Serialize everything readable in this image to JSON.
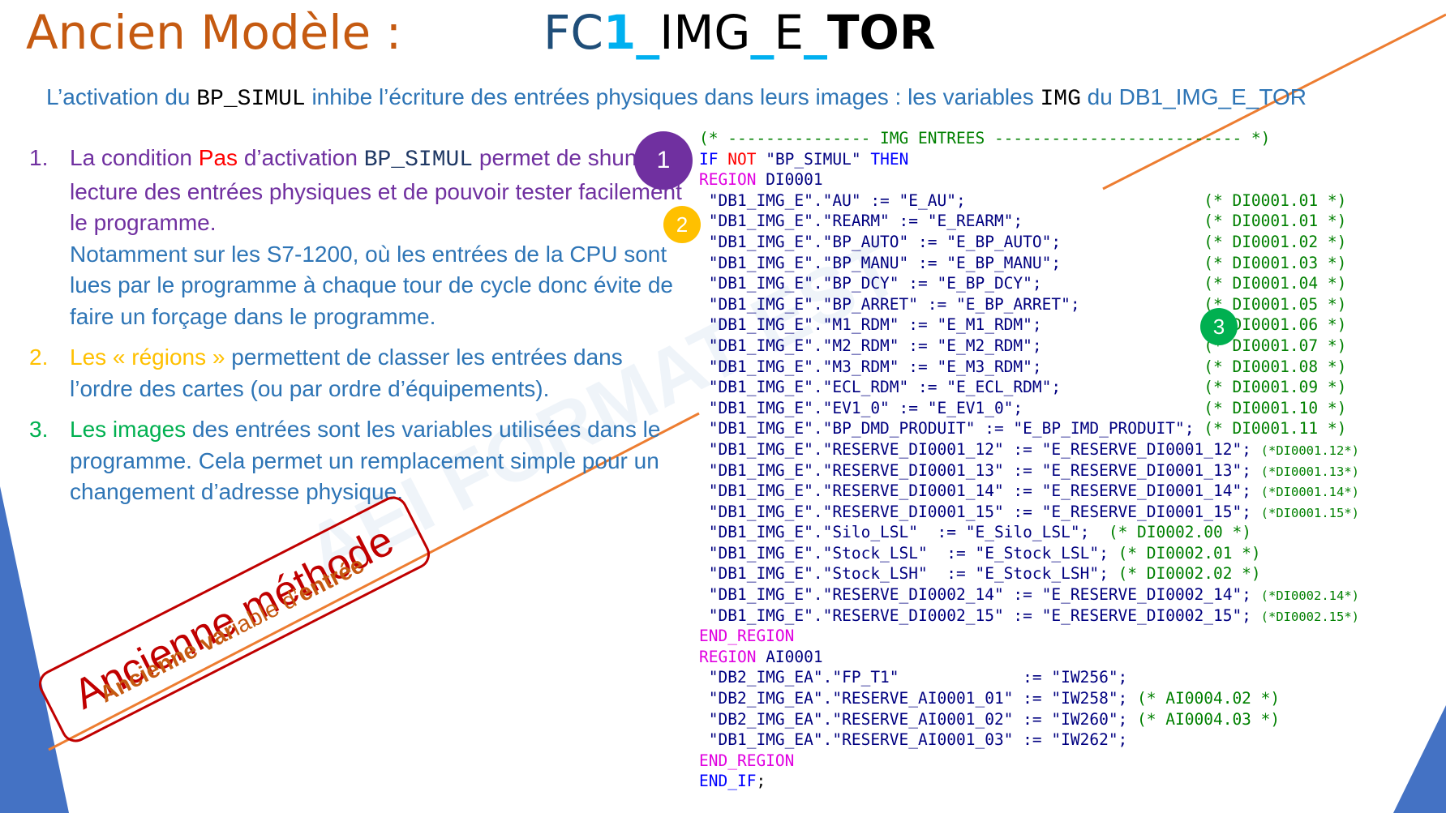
{
  "title": {
    "left": "Ancien Modèle :",
    "fc": "FC",
    "one": "1",
    "us1": "_",
    "img": "IMG",
    "us2": "_",
    "e": "E",
    "us3": "_",
    "tor": "TOR"
  },
  "subtitle": {
    "pre": "L’activation du ",
    "var": "BP_SIMUL",
    "mid": " inhibe l’écriture des entrées physiques dans leurs images : les variables ",
    "img": "IMG",
    "post": " du DB1_IMG_E_TOR"
  },
  "points": [
    {
      "num": "1.",
      "p1": "La condition ",
      "p2": "Pas",
      "p3": " d’activation ",
      "p4": "BP_SIMUL",
      "p5": " permet de shunter la lecture des entrées physiques et de pouvoir tester facilement le programme.",
      "p6": "Notamment sur les S7-1200, où les entrées de la CPU sont lues par le programme à chaque tour de cycle donc évite de faire un forçage dans le programme."
    },
    {
      "num": "2.",
      "p1": "Les « régions »",
      "p2": " permettent de classer les entrées dans l’ordre des cartes (ou par ordre d’équipements)."
    },
    {
      "num": "3.",
      "p1": "Les images",
      "p2": " des entrées sont les variables utilisées dans le programme. Cela permet un remplacement simple pour un changement d’adresse physique."
    }
  ],
  "badges": [
    "1",
    "2",
    "3"
  ],
  "stamp": {
    "main": "Ancienne méthode",
    "sub_a": "Ancienne ",
    "sub_b": "var",
    "sub_c": "iable d’",
    "sub_d": "entrée"
  },
  "watermark": "AEI FORMAT  EST",
  "code": [
    [
      {
        "t": "(* --------------- IMG ENTREES -------------------------- *)",
        "c": "k-green"
      }
    ],
    [
      {
        "t": "IF ",
        "c": "k-blue"
      },
      {
        "t": "NOT ",
        "c": "k-red"
      },
      {
        "t": "\"BP_SIMUL\" ",
        "c": "k-navy"
      },
      {
        "t": "THEN",
        "c": "k-blue"
      }
    ],
    [
      {
        "t": "REGION ",
        "c": "k-mag"
      },
      {
        "t": "DI0001",
        "c": "k-navy"
      }
    ],
    [
      {
        "t": " \"DB1_IMG_E\".\"AU\" := \"E_AU\";                         ",
        "c": "k-navy"
      },
      {
        "t": "(* DI0001.01 *)",
        "c": "k-green"
      }
    ],
    [
      {
        "t": " \"DB1_IMG_E\".\"REARM\" := \"E_REARM\";                   ",
        "c": "k-navy"
      },
      {
        "t": "(* DI0001.01 *)",
        "c": "k-green"
      }
    ],
    [
      {
        "t": " \"DB1_IMG_E\".\"BP_AUTO\" := \"E_BP_AUTO\";               ",
        "c": "k-navy"
      },
      {
        "t": "(* DI0001.02 *)",
        "c": "k-green"
      }
    ],
    [
      {
        "t": " \"DB1_IMG_E\".\"BP_MANU\" := \"E_BP_MANU\";               ",
        "c": "k-navy"
      },
      {
        "t": "(* DI0001.03 *)",
        "c": "k-green"
      }
    ],
    [
      {
        "t": " \"DB1_IMG_E\".\"BP_DCY\" := \"E_BP_DCY\";                 ",
        "c": "k-navy"
      },
      {
        "t": "(* DI0001.04 *)",
        "c": "k-green"
      }
    ],
    [
      {
        "t": " \"DB1_IMG_E\".\"BP_ARRET\" := \"E_BP_ARRET\";             ",
        "c": "k-navy"
      },
      {
        "t": "(* DI0001.05 *)",
        "c": "k-green"
      }
    ],
    [
      {
        "t": " \"DB1_IMG_E\".\"M1_RDM\" := \"E_M1_RDM\";                 ",
        "c": "k-navy"
      },
      {
        "t": "(* DI0001.06 *)",
        "c": "k-green"
      }
    ],
    [
      {
        "t": " \"DB1_IMG_E\".\"M2_RDM\" := \"E_M2_RDM\";                 ",
        "c": "k-navy"
      },
      {
        "t": "(* DI0001.07 *)",
        "c": "k-green"
      }
    ],
    [
      {
        "t": " \"DB1_IMG_E\".\"M3_RDM\" := \"E_M3_RDM\";                 ",
        "c": "k-navy"
      },
      {
        "t": "(* DI0001.08 *)",
        "c": "k-green"
      }
    ],
    [
      {
        "t": " \"DB1_IMG_E\".\"ECL_RDM\" := \"E_ECL_RDM\";               ",
        "c": "k-navy"
      },
      {
        "t": "(* DI0001.09 *)",
        "c": "k-green"
      }
    ],
    [
      {
        "t": " \"DB1_IMG_E\".\"EV1_0\" := \"E_EV1_0\";                   ",
        "c": "k-navy"
      },
      {
        "t": "(* DI0001.10 *)",
        "c": "k-green"
      }
    ],
    [
      {
        "t": " \"DB1_IMG_E\".\"BP_DMD_PRODUIT\" := \"E_BP_IMD_PRODUIT\"; ",
        "c": "k-navy"
      },
      {
        "t": "(* DI0001.11 *)",
        "c": "k-green"
      }
    ],
    [
      {
        "t": " \"DB1_IMG_E\".\"RESERVE_DI0001_12\" := \"E_RESERVE_DI0001_12\"; ",
        "c": "k-navy"
      },
      {
        "t": "(*DI0001.12*)",
        "c": "k-green k-small"
      }
    ],
    [
      {
        "t": " \"DB1_IMG_E\".\"RESERVE_DI0001_13\" := \"E_RESERVE_DI0001_13\"; ",
        "c": "k-navy"
      },
      {
        "t": "(*DI0001.13*)",
        "c": "k-green k-small"
      }
    ],
    [
      {
        "t": " \"DB1_IMG_E\".\"RESERVE_DI0001_14\" := \"E_RESERVE_DI0001_14\"; ",
        "c": "k-navy"
      },
      {
        "t": "(*DI0001.14*)",
        "c": "k-green k-small"
      }
    ],
    [
      {
        "t": " \"DB1_IMG_E\".\"RESERVE_DI0001_15\" := \"E_RESERVE_DI0001_15\"; ",
        "c": "k-navy"
      },
      {
        "t": "(*DI0001.15*)",
        "c": "k-green k-small"
      }
    ],
    [
      {
        "t": " \"DB1_IMG_E\".\"Silo_LSL\"  := \"E_Silo_LSL\";  ",
        "c": "k-navy"
      },
      {
        "t": "(* DI0002.00 *)",
        "c": "k-green"
      }
    ],
    [
      {
        "t": " \"DB1_IMG_E\".\"Stock_LSL\"  := \"E_Stock_LSL\"; ",
        "c": "k-navy"
      },
      {
        "t": "(* DI0002.01 *)",
        "c": "k-green"
      }
    ],
    [
      {
        "t": " \"DB1_IMG_E\".\"Stock_LSH\"  := \"E_Stock_LSH\"; ",
        "c": "k-navy"
      },
      {
        "t": "(* DI0002.02 *)",
        "c": "k-green"
      }
    ],
    [
      {
        "t": " \"DB1_IMG_E\".\"RESERVE_DI0002_14\" := \"E_RESERVE_DI0002_14\"; ",
        "c": "k-navy"
      },
      {
        "t": "(*DI0002.14*)",
        "c": "k-green k-small"
      }
    ],
    [
      {
        "t": " \"DB1_IMG_E\".\"RESERVE_DI0002_15\" := \"E_RESERVE_DI0002_15\"; ",
        "c": "k-navy"
      },
      {
        "t": "(*DI0002.15*)",
        "c": "k-green k-small"
      }
    ],
    [
      {
        "t": "END_REGION",
        "c": "k-mag"
      }
    ],
    [
      {
        "t": "REGION ",
        "c": "k-mag"
      },
      {
        "t": "AI0001",
        "c": "k-navy"
      }
    ],
    [
      {
        "t": " \"DB2_IMG_EA\".\"FP_T1\"             := \"IW256\";",
        "c": "k-navy"
      }
    ],
    [
      {
        "t": " \"DB2_IMG_EA\".\"RESERVE_AI0001_01\" := \"IW258\"; ",
        "c": "k-navy"
      },
      {
        "t": "(* AI0004.02 *)",
        "c": "k-green"
      }
    ],
    [
      {
        "t": " \"DB2_IMG_EA\".\"RESERVE_AI0001_02\" := \"IW260\"; ",
        "c": "k-navy"
      },
      {
        "t": "(* AI0004.03 *)",
        "c": "k-green"
      }
    ],
    [
      {
        "t": " \"DB1_IMG_EA\".\"RESERVE_AI0001_03\" := \"IW262\";",
        "c": "k-navy"
      }
    ],
    [
      {
        "t": "END_REGION",
        "c": "k-mag"
      }
    ],
    [
      {
        "t": "END_IF",
        "c": "k-blue"
      },
      {
        "t": ";",
        "c": "k-black"
      }
    ]
  ],
  "colors": {
    "title_orange": "#c55a11",
    "text_blue": "#2e75b6",
    "purple": "#7030a0",
    "yellow": "#ffc000",
    "green": "#00b050",
    "red": "#ff0000",
    "corner_blue": "#4472c4",
    "deco_orange": "#ed7d31"
  }
}
